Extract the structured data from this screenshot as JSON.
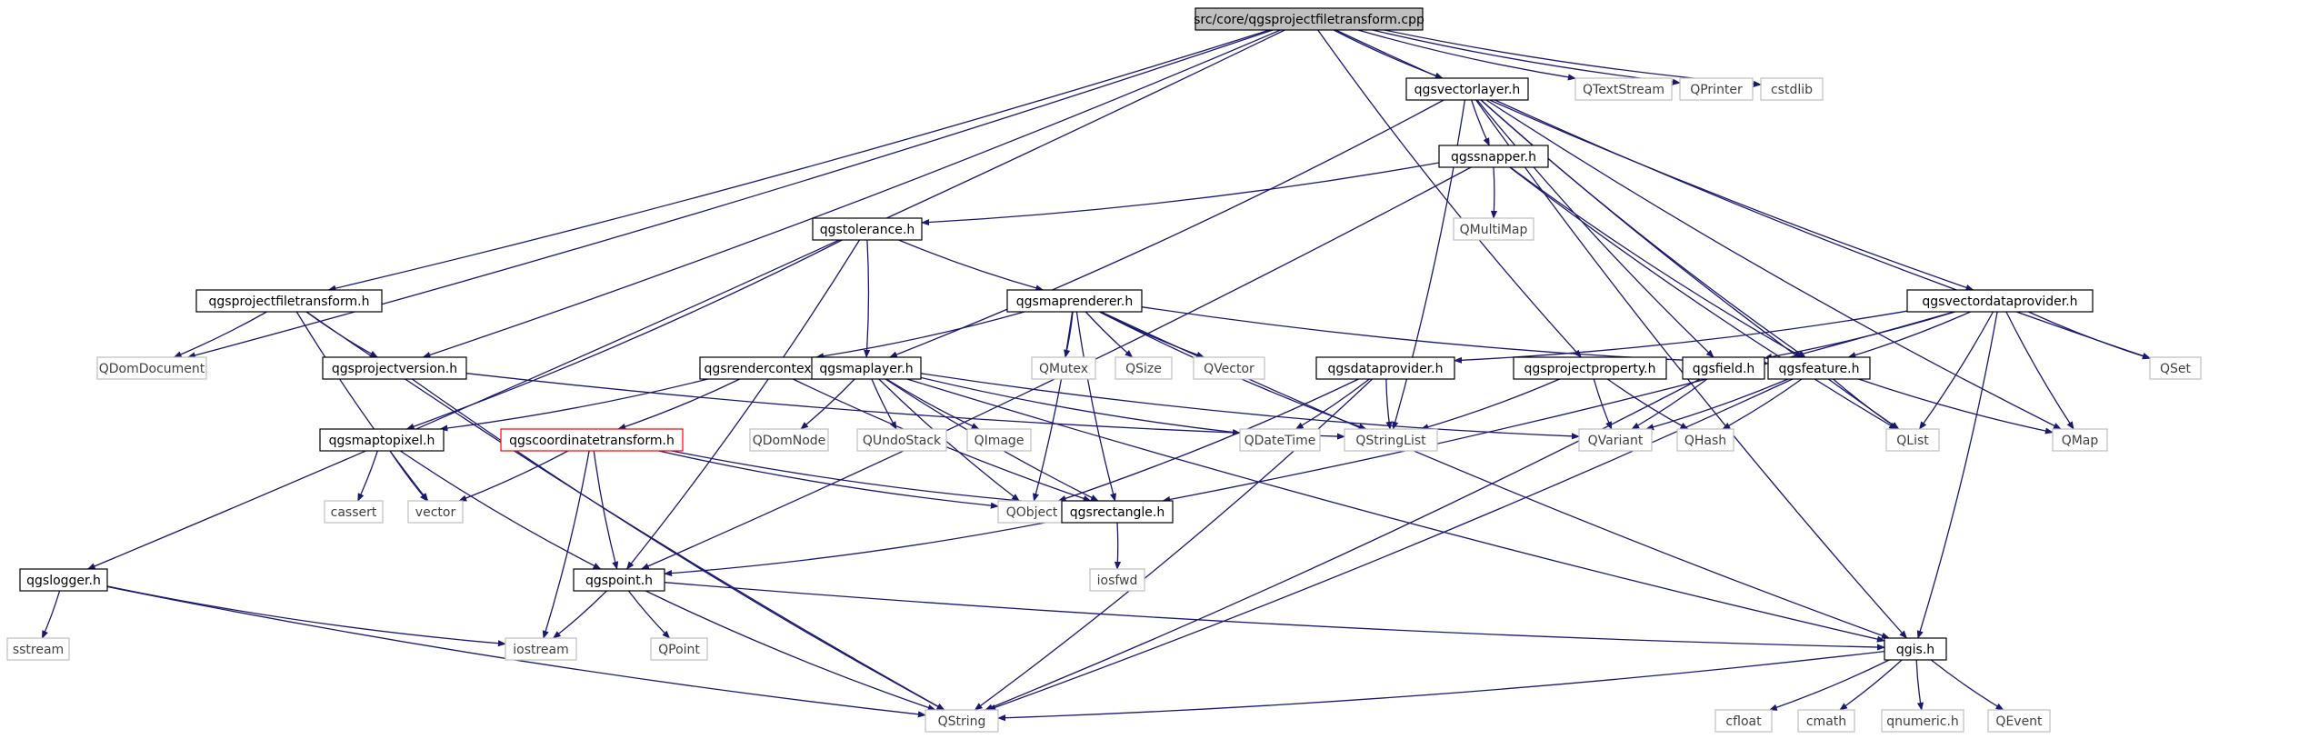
{
  "colors": {
    "edge": "#191970",
    "root_fill": "#bfbfbf",
    "box_border": "#000000",
    "ext_border": "#bfbfbf",
    "ext_text": "#404040",
    "highlight_border": "#ff0000",
    "text": "#000000"
  },
  "nodes": [
    {
      "id": "root",
      "label": "src/core/qgsprojectfiletransform.cpp",
      "kind": "root"
    },
    {
      "id": "qgsvectorlayer",
      "label": "qgsvectorlayer.h",
      "kind": "header"
    },
    {
      "id": "QTextStream",
      "label": "QTextStream",
      "kind": "external"
    },
    {
      "id": "QPrinter",
      "label": "QPrinter",
      "kind": "external"
    },
    {
      "id": "cstdlib",
      "label": "cstdlib",
      "kind": "external"
    },
    {
      "id": "qgssnapper",
      "label": "qgssnapper.h",
      "kind": "header"
    },
    {
      "id": "QMultiMap",
      "label": "QMultiMap",
      "kind": "external"
    },
    {
      "id": "qgstolerance",
      "label": "qgstolerance.h",
      "kind": "header"
    },
    {
      "id": "qgsmaprenderer",
      "label": "qgsmaprenderer.h",
      "kind": "header"
    },
    {
      "id": "qgsprojectfiletransform",
      "label": "qgsprojectfiletransform.h",
      "kind": "header"
    },
    {
      "id": "QDomDocument",
      "label": "QDomDocument",
      "kind": "external"
    },
    {
      "id": "qgsprojectversion",
      "label": "qgsprojectversion.h",
      "kind": "header"
    },
    {
      "id": "qgsrendercontext",
      "label": "qgsrendercontext.h",
      "kind": "header"
    },
    {
      "id": "qgsmaplayer",
      "label": "qgsmaplayer.h",
      "kind": "header"
    },
    {
      "id": "QMutex",
      "label": "QMutex",
      "kind": "external"
    },
    {
      "id": "QSize",
      "label": "QSize",
      "kind": "external"
    },
    {
      "id": "QVector",
      "label": "QVector",
      "kind": "external"
    },
    {
      "id": "qgsvectordataprovider",
      "label": "qgsvectordataprovider.h",
      "kind": "header"
    },
    {
      "id": "qgsdataprovider",
      "label": "qgsdataprovider.h",
      "kind": "header"
    },
    {
      "id": "qgsprojectproperty",
      "label": "qgsprojectproperty.h",
      "kind": "header"
    },
    {
      "id": "qgsfield",
      "label": "qgsfield.h",
      "kind": "header"
    },
    {
      "id": "qgsfeature",
      "label": "qgsfeature.h",
      "kind": "header"
    },
    {
      "id": "QSet",
      "label": "QSet",
      "kind": "external"
    },
    {
      "id": "qgsmaptopixel",
      "label": "qgsmaptopixel.h",
      "kind": "header"
    },
    {
      "id": "qgscoordinatetransform",
      "label": "qgscoordinatetransform.h",
      "kind": "highlight"
    },
    {
      "id": "QDomNode",
      "label": "QDomNode",
      "kind": "external"
    },
    {
      "id": "QUndoStack",
      "label": "QUndoStack",
      "kind": "external"
    },
    {
      "id": "QImage",
      "label": "QImage",
      "kind": "external"
    },
    {
      "id": "QDateTime",
      "label": "QDateTime",
      "kind": "external"
    },
    {
      "id": "QStringList",
      "label": "QStringList",
      "kind": "external"
    },
    {
      "id": "QVariant",
      "label": "QVariant",
      "kind": "external"
    },
    {
      "id": "QHash",
      "label": "QHash",
      "kind": "external"
    },
    {
      "id": "QList",
      "label": "QList",
      "kind": "external"
    },
    {
      "id": "QMap",
      "label": "QMap",
      "kind": "external"
    },
    {
      "id": "cassert",
      "label": "cassert",
      "kind": "external"
    },
    {
      "id": "vector",
      "label": "vector",
      "kind": "external"
    },
    {
      "id": "QObject",
      "label": "QObject",
      "kind": "external"
    },
    {
      "id": "qgsrectangle",
      "label": "qgsrectangle.h",
      "kind": "header"
    },
    {
      "id": "iosfwd",
      "label": "iosfwd",
      "kind": "external"
    },
    {
      "id": "qgslogger",
      "label": "qgslogger.h",
      "kind": "header"
    },
    {
      "id": "qgspoint",
      "label": "qgspoint.h",
      "kind": "header"
    },
    {
      "id": "sstream",
      "label": "sstream",
      "kind": "external"
    },
    {
      "id": "iostream",
      "label": "iostream",
      "kind": "external"
    },
    {
      "id": "QPoint",
      "label": "QPoint",
      "kind": "external"
    },
    {
      "id": "qgis",
      "label": "qgis.h",
      "kind": "header"
    },
    {
      "id": "QString",
      "label": "QString",
      "kind": "external"
    },
    {
      "id": "cfloat",
      "label": "cfloat",
      "kind": "external"
    },
    {
      "id": "cmath",
      "label": "cmath",
      "kind": "external"
    },
    {
      "id": "qnumeric",
      "label": "qnumeric.h",
      "kind": "external"
    },
    {
      "id": "QEvent",
      "label": "QEvent",
      "kind": "external"
    }
  ],
  "edges": [
    [
      "root",
      "qgsvectorlayer"
    ],
    [
      "root",
      "QTextStream"
    ],
    [
      "root",
      "QPrinter"
    ],
    [
      "root",
      "cstdlib"
    ],
    [
      "root",
      "qgsprojectfiletransform"
    ],
    [
      "root",
      "QDomDocument"
    ],
    [
      "root",
      "qgsprojectversion"
    ],
    [
      "root",
      "qgslogger"
    ],
    [
      "root",
      "qgsprojectproperty"
    ],
    [
      "root",
      "qgsvectordataprovider"
    ],
    [
      "qgsvectorlayer",
      "qgssnapper"
    ],
    [
      "qgsvectorlayer",
      "qgsmaplayer"
    ],
    [
      "qgsvectorlayer",
      "QStringList"
    ],
    [
      "qgsvectorlayer",
      "qgsfield"
    ],
    [
      "qgsvectorlayer",
      "qgsfeature"
    ],
    [
      "qgsvectorlayer",
      "QList"
    ],
    [
      "qgsvectorlayer",
      "QSet"
    ],
    [
      "qgsvectorlayer",
      "QMap"
    ],
    [
      "qgsvectorlayer",
      "qgis"
    ],
    [
      "qgssnapper",
      "qgstolerance"
    ],
    [
      "qgssnapper",
      "QMultiMap"
    ],
    [
      "qgssnapper",
      "qgsfeature"
    ],
    [
      "qgssnapper",
      "QList"
    ],
    [
      "qgssnapper",
      "qgspoint"
    ],
    [
      "qgstolerance",
      "qgsmaprenderer"
    ],
    [
      "qgstolerance",
      "qgsmaplayer"
    ],
    [
      "qgstolerance",
      "qgsmaptopixel"
    ],
    [
      "qgstolerance",
      "qgspoint"
    ],
    [
      "qgsmaprenderer",
      "qgsrendercontext"
    ],
    [
      "qgsmaprenderer",
      "QMutex"
    ],
    [
      "qgsmaprenderer",
      "QSize"
    ],
    [
      "qgsmaprenderer",
      "QVector"
    ],
    [
      "qgsmaprenderer",
      "qgsfeature"
    ],
    [
      "qgsmaprenderer",
      "QStringList"
    ],
    [
      "qgsmaprenderer",
      "qgsrectangle"
    ],
    [
      "qgsmaprenderer",
      "qgis"
    ],
    [
      "qgsmaprenderer",
      "QObject"
    ],
    [
      "qgsprojectfiletransform",
      "QDomDocument"
    ],
    [
      "qgsprojectfiletransform",
      "qgsprojectversion"
    ],
    [
      "qgsprojectfiletransform",
      "vector"
    ],
    [
      "qgsprojectfiletransform",
      "QString"
    ],
    [
      "qgsprojectversion",
      "QString"
    ],
    [
      "qgsprojectversion",
      "QStringList"
    ],
    [
      "qgsrendercontext",
      "qgsmaptopixel"
    ],
    [
      "qgsrendercontext",
      "qgscoordinatetransform"
    ],
    [
      "qgsrendercontext",
      "qgsrectangle"
    ],
    [
      "qgsmaplayer",
      "QDomNode"
    ],
    [
      "qgsmaplayer",
      "QUndoStack"
    ],
    [
      "qgsmaplayer",
      "QImage"
    ],
    [
      "qgsmaplayer",
      "QDateTime"
    ],
    [
      "qgsmaplayer",
      "QVariant"
    ],
    [
      "qgsmaplayer",
      "QObject"
    ],
    [
      "qgsmaplayer",
      "qgsrectangle"
    ],
    [
      "qgsmaplayer",
      "qgis"
    ],
    [
      "qgsvectordataprovider",
      "qgsdataprovider"
    ],
    [
      "qgsvectordataprovider",
      "qgsfield"
    ],
    [
      "qgsvectordataprovider",
      "qgsfeature"
    ],
    [
      "qgsvectordataprovider",
      "QSet"
    ],
    [
      "qgsvectordataprovider",
      "QList"
    ],
    [
      "qgsvectordataprovider",
      "QMap"
    ],
    [
      "qgsvectordataprovider",
      "qgsrectangle"
    ],
    [
      "qgsvectordataprovider",
      "qgis"
    ],
    [
      "qgsdataprovider",
      "QDateTime"
    ],
    [
      "qgsdataprovider",
      "QStringList"
    ],
    [
      "qgsdataprovider",
      "QObject"
    ],
    [
      "qgsdataprovider",
      "QString"
    ],
    [
      "qgsprojectproperty",
      "QStringList"
    ],
    [
      "qgsprojectproperty",
      "QVariant"
    ],
    [
      "qgsprojectproperty",
      "QHash"
    ],
    [
      "qgsfield",
      "QVariant"
    ],
    [
      "qgsfield",
      "QString"
    ],
    [
      "qgsfeature",
      "QVariant"
    ],
    [
      "qgsfeature",
      "QHash"
    ],
    [
      "qgsfeature",
      "QList"
    ],
    [
      "qgsfeature",
      "QMap"
    ],
    [
      "qgsfeature",
      "QString"
    ],
    [
      "qgsmaptopixel",
      "cassert"
    ],
    [
      "qgsmaptopixel",
      "vector"
    ],
    [
      "qgsmaptopixel",
      "qgspoint"
    ],
    [
      "qgscoordinatetransform",
      "vector"
    ],
    [
      "qgscoordinatetransform",
      "QObject"
    ],
    [
      "qgscoordinatetransform",
      "qgsrectangle"
    ],
    [
      "qgscoordinatetransform",
      "qgspoint"
    ],
    [
      "qgscoordinatetransform",
      "iostream"
    ],
    [
      "qgsrectangle",
      "iosfwd"
    ],
    [
      "qgsrectangle",
      "qgspoint"
    ],
    [
      "qgslogger",
      "sstream"
    ],
    [
      "qgslogger",
      "iostream"
    ],
    [
      "qgslogger",
      "QString"
    ],
    [
      "qgspoint",
      "iostream"
    ],
    [
      "qgspoint",
      "QPoint"
    ],
    [
      "qgspoint",
      "QString"
    ],
    [
      "qgspoint",
      "qgis"
    ],
    [
      "qgis",
      "cfloat"
    ],
    [
      "qgis",
      "cmath"
    ],
    [
      "qgis",
      "qnumeric"
    ],
    [
      "qgis",
      "QEvent"
    ],
    [
      "qgis",
      "QString"
    ]
  ]
}
